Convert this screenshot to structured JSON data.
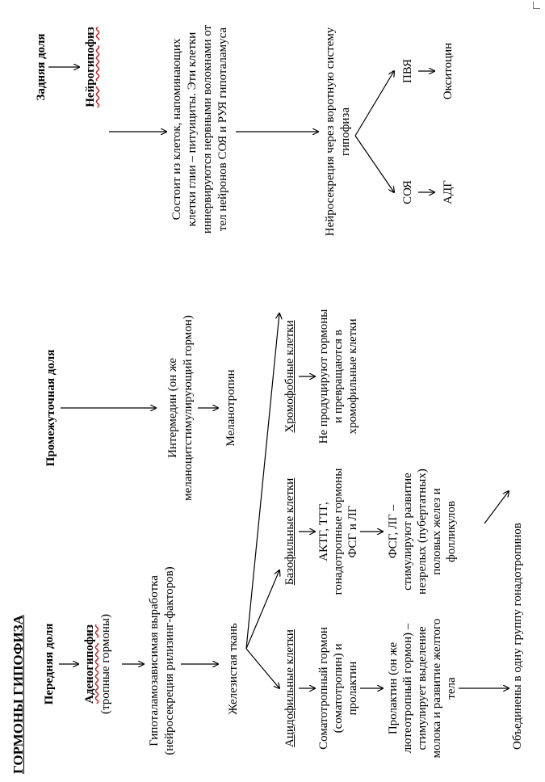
{
  "title": "ГОРМОНЫ ГИПОФИЗА",
  "anterior": {
    "lobe": "Передняя доля",
    "name": "Аденогипофиз",
    "note": "(тропные гормоны)",
    "regulation_1": "Гипоталамозависимая выработка",
    "regulation_2": "(нейросекреция рилизинг-факторов)",
    "tissue": "Железистая ткань",
    "acidophil": {
      "label": "Ацидофильные клетки",
      "hormones": [
        "Соматотропный гормон",
        "(соматотропин) и",
        "пролактин"
      ],
      "prolactin": [
        "Пролактин (он же",
        "лютеотропный гормон) –",
        "стимулирует выделение",
        "молока и развитие желтого",
        "тела"
      ]
    },
    "basophil": {
      "label": "Базофильные клетки",
      "hormones": [
        "АКТГ, ТТГ,",
        "гонадотропные гормоны",
        "ФСГ и ЛГ"
      ],
      "fsh_lh": [
        "ФСГ, ЛГ –",
        "стимулируют развитие",
        "незрелых (пубертатных)",
        "половых желез и",
        "фолликулов"
      ]
    },
    "chromophobe": {
      "label": "Хромофобные клетки",
      "note": [
        "Не продуцируют гормоны",
        "и превращаются в",
        "хромофильные клетки"
      ]
    },
    "gonadotropins": "Объединены в одну группу гонадотропинов"
  },
  "intermediate": {
    "lobe": "Промежуточная доля",
    "hormone": [
      "Интермедин (он же",
      "меланоцитстимулирующий гормон)"
    ],
    "product": "Меланотропин"
  },
  "posterior": {
    "lobe": "Задняя доля",
    "name": "Нейрогипофиз",
    "structure": [
      "Состоит из клеток, напоминающих",
      "клетки глии – питуициты. Эти клетки",
      "иннервируются нервными волокнами от",
      "тел нейронов СОЯ и РУЯ гипоталамуса"
    ],
    "neurosecretion": [
      "Нейросекреция через воротную систему",
      "гипофиза"
    ],
    "nucleus_a": "СОЯ",
    "hormone_a": "АДГ",
    "nucleus_b": "ПВЯ",
    "hormone_b": "Окситоцин"
  }
}
